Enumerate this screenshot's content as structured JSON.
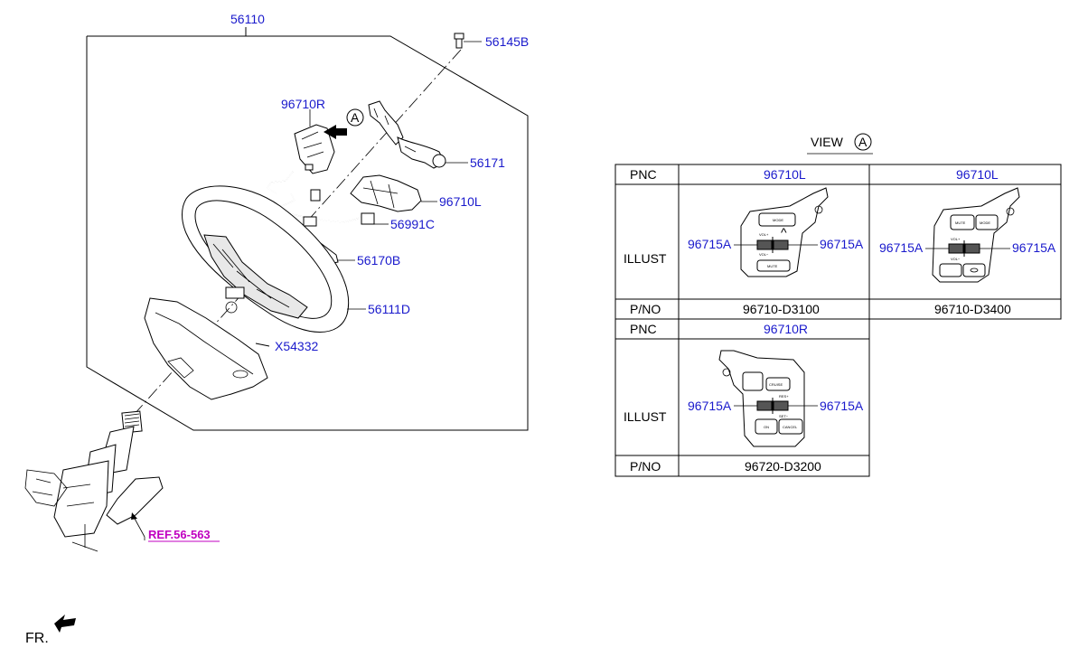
{
  "exploded_view": {
    "assembly_pn": "56110",
    "labels": {
      "bolt": "56145B",
      "remote_right": "96710R",
      "clock_spring": "56171",
      "remote_left": "96710L",
      "wiring": "56991C",
      "bracket": "56170B",
      "wheel_body": "56111D",
      "screw": "X54332"
    },
    "view_marker": "A",
    "reference": "REF.56-563",
    "front_label": "FR."
  },
  "view_table": {
    "caption_word": "VIEW",
    "caption_marker": "A",
    "headers": {
      "pnc": "PNC",
      "illust": "ILLUST",
      "pno": "P/NO"
    },
    "top_row": {
      "pnc_left": "96710L",
      "pnc_right": "96710L",
      "pno_left": "96710-D3100",
      "pno_right": "96710-D3400"
    },
    "bottom_row": {
      "pnc": "96710R",
      "pno": "96720-D3200"
    },
    "switch_pn": "96715A",
    "button_text": {
      "mode": "MODE",
      "mute": "MUTE",
      "vol_up": "VOL+",
      "vol_down": "VOL−",
      "cruise": "CRUISE",
      "res": "RES+",
      "set": "SET−",
      "on": "ON",
      "cancel": "CANCEL"
    }
  }
}
